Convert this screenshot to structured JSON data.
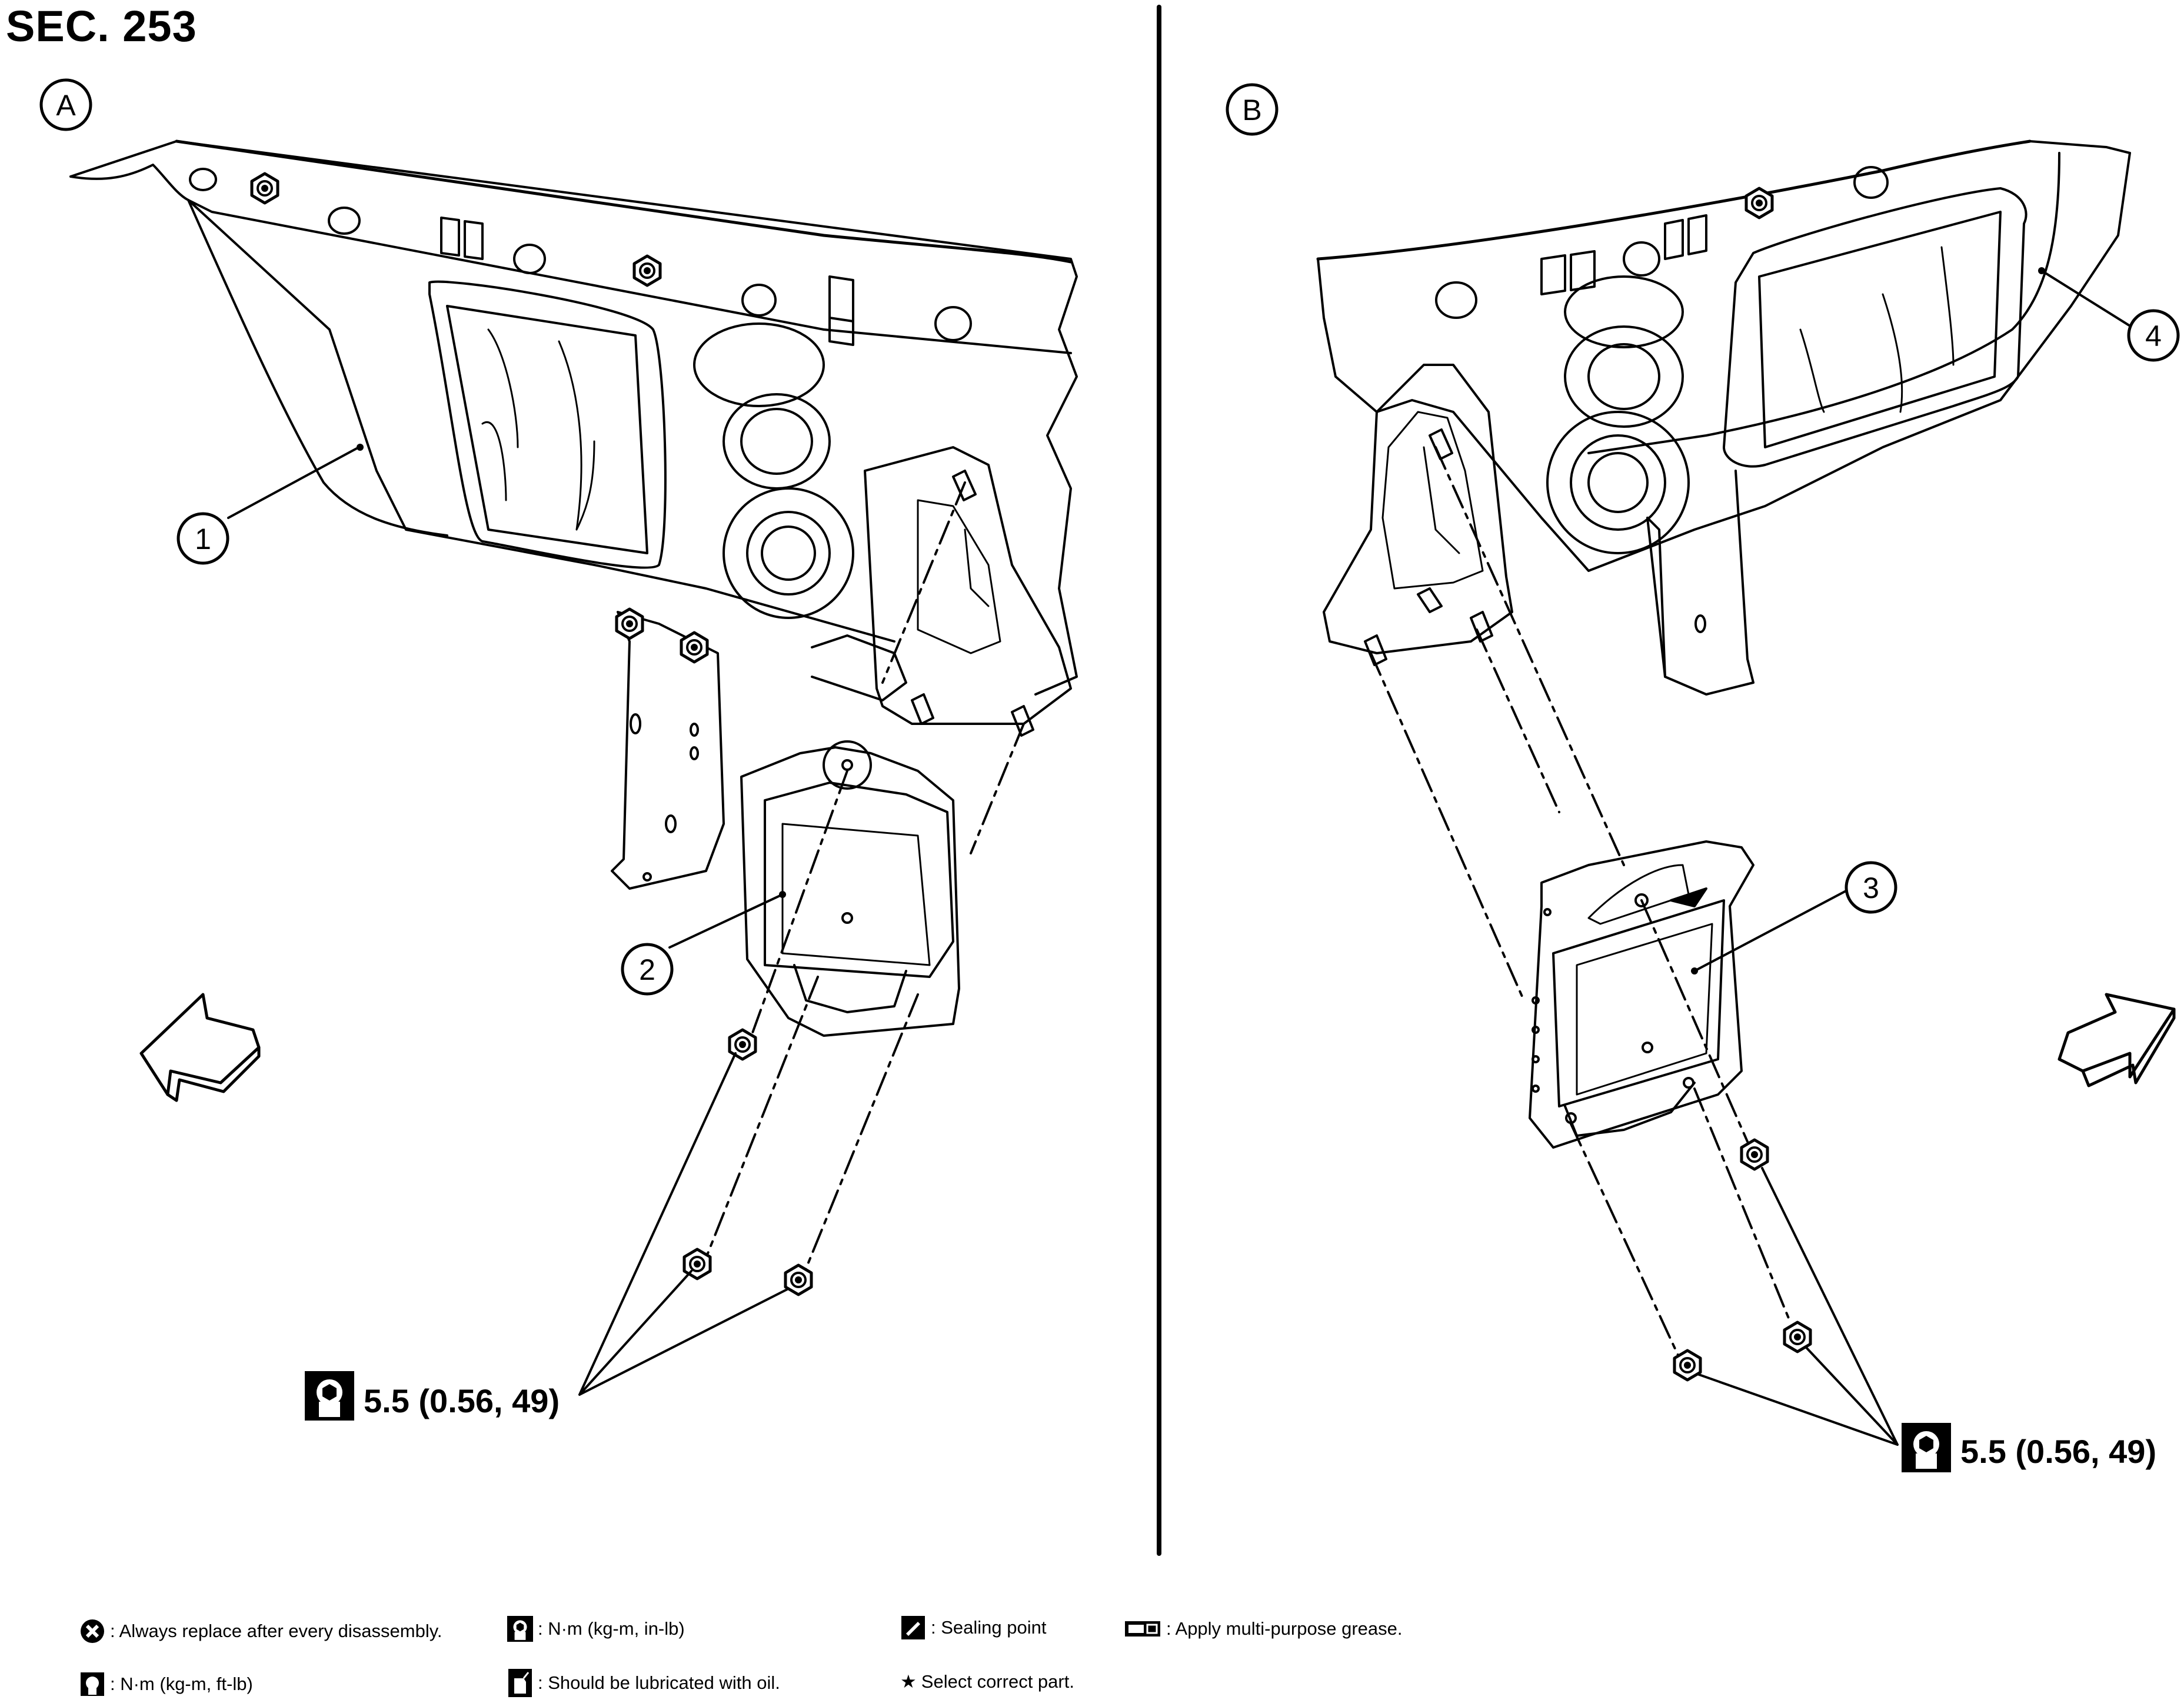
{
  "header": {
    "section": "SEC. 253"
  },
  "views": [
    {
      "id": "A",
      "label": "A"
    },
    {
      "id": "B",
      "label": "B"
    }
  ],
  "callouts": [
    {
      "number": "1"
    },
    {
      "number": "2"
    },
    {
      "number": "3"
    },
    {
      "number": "4"
    }
  ],
  "torque": {
    "left": "5.5 (0.56, 49)",
    "right": "5.5 (0.56, 49)"
  },
  "legend": {
    "replace": ": Always replace after every disassembly.",
    "nm_kgm_inlb": ": N·m (kg-m, in-lb)",
    "sealing": ": Sealing point",
    "grease": ": Apply multi-purpose grease.",
    "nm_kgm_ftlb": ": N·m (kg-m, ft-lb)",
    "oil": ": Should be lubricated with oil.",
    "select": "Select correct part.",
    "star": "★"
  },
  "icons": {
    "torque": "torque-wrench-icon",
    "replace": "replace-x-icon",
    "sealing": "sealing-point-icon",
    "grease": "grease-icon",
    "oil": "oil-can-icon",
    "arrow": "front-direction-arrow-icon"
  }
}
